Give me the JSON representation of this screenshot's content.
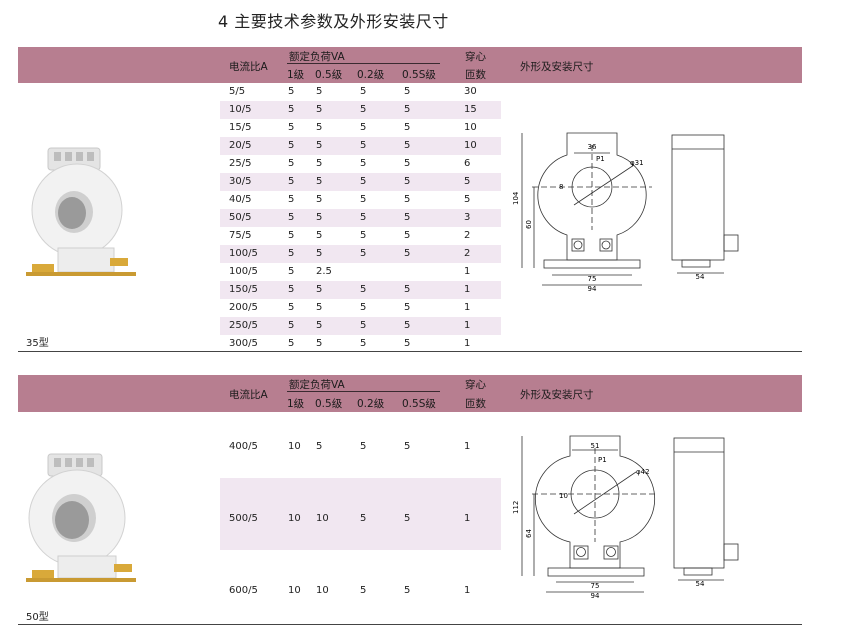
{
  "title": "4 主要技术参数及外形安装尺寸",
  "headers": {
    "ratio": "电流比A",
    "burden": "额定负荷VA",
    "class1": "1级",
    "class05": "0.5级",
    "class02": "0.2级",
    "class05s": "0.5S级",
    "turns_top": "穿心",
    "turns_bottom": "匝数",
    "dims": "外形及安装尺寸"
  },
  "model_35": {
    "label": "35型",
    "rows": [
      {
        "ratio": "5/5",
        "c1": "5",
        "c05": "5",
        "c02": "5",
        "c05s": "5",
        "turns": "30"
      },
      {
        "ratio": "10/5",
        "c1": "5",
        "c05": "5",
        "c02": "5",
        "c05s": "5",
        "turns": "15"
      },
      {
        "ratio": "15/5",
        "c1": "5",
        "c05": "5",
        "c02": "5",
        "c05s": "5",
        "turns": "10"
      },
      {
        "ratio": "20/5",
        "c1": "5",
        "c05": "5",
        "c02": "5",
        "c05s": "5",
        "turns": "10"
      },
      {
        "ratio": "25/5",
        "c1": "5",
        "c05": "5",
        "c02": "5",
        "c05s": "5",
        "turns": "6"
      },
      {
        "ratio": "30/5",
        "c1": "5",
        "c05": "5",
        "c02": "5",
        "c05s": "5",
        "turns": "5"
      },
      {
        "ratio": "40/5",
        "c1": "5",
        "c05": "5",
        "c02": "5",
        "c05s": "5",
        "turns": "5"
      },
      {
        "ratio": "50/5",
        "c1": "5",
        "c05": "5",
        "c02": "5",
        "c05s": "5",
        "turns": "3"
      },
      {
        "ratio": "75/5",
        "c1": "5",
        "c05": "5",
        "c02": "5",
        "c05s": "5",
        "turns": "2"
      },
      {
        "ratio": "100/5",
        "c1": "5",
        "c05": "5",
        "c02": "5",
        "c05s": "5",
        "turns": "2"
      },
      {
        "ratio": "100/5",
        "c1": "5",
        "c05": "2.5",
        "c02": "",
        "c05s": "",
        "turns": "1"
      },
      {
        "ratio": "150/5",
        "c1": "5",
        "c05": "5",
        "c02": "5",
        "c05s": "5",
        "turns": "1"
      },
      {
        "ratio": "200/5",
        "c1": "5",
        "c05": "5",
        "c02": "5",
        "c05s": "5",
        "turns": "1"
      },
      {
        "ratio": "250/5",
        "c1": "5",
        "c05": "5",
        "c02": "5",
        "c05s": "5",
        "turns": "1"
      },
      {
        "ratio": "300/5",
        "c1": "5",
        "c05": "5",
        "c02": "5",
        "c05s": "5",
        "turns": "1"
      }
    ],
    "drawing": {
      "d36": "36",
      "d31": "φ31",
      "p1": "P1",
      "d8": "8",
      "d104": "104",
      "d60": "60",
      "d75": "75",
      "d94": "94",
      "d54": "54"
    }
  },
  "model_50": {
    "label": "50型",
    "rows": [
      {
        "ratio": "400/5",
        "c1": "10",
        "c05": "5",
        "c02": "5",
        "c05s": "5",
        "turns": "1"
      },
      {
        "ratio": "500/5",
        "c1": "10",
        "c05": "10",
        "c02": "5",
        "c05s": "5",
        "turns": "1"
      },
      {
        "ratio": "600/5",
        "c1": "10",
        "c05": "10",
        "c02": "5",
        "c05s": "5",
        "turns": "1"
      }
    ],
    "drawing": {
      "d51": "51",
      "d42": "φ42",
      "p1": "P1",
      "d10": "10",
      "d112": "112",
      "d64": "64",
      "d75": "75",
      "d94": "94",
      "d54": "54"
    }
  },
  "colors": {
    "header": "#b77e90",
    "stripe": "#f1e7f1"
  }
}
